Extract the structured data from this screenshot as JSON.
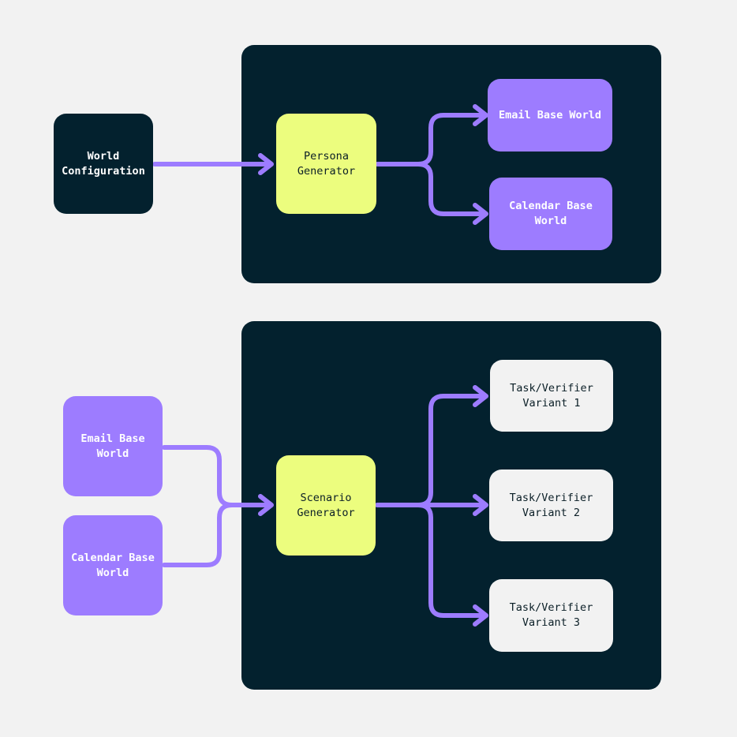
{
  "colors": {
    "background": "#f2f2f2",
    "panel": "#03212e",
    "generator": "#ecfd7e",
    "world": "#9d7cff",
    "variant": "#f2f2f2",
    "arrow": "#9d7cff"
  },
  "top": {
    "world_configuration": "World\nConfiguration",
    "persona_generator": "Persona\nGenerator",
    "email_base_world": "Email Base World",
    "calendar_base_world": "Calendar Base\nWorld"
  },
  "bottom": {
    "email_base_world": "Email Base\nWorld",
    "calendar_base_world": "Calendar Base\nWorld",
    "scenario_generator": "Scenario\nGenerator",
    "variant_1": "Task/Verifier\nVariant 1",
    "variant_2": "Task/Verifier\nVariant 2",
    "variant_3": "Task/Verifier\nVariant 3"
  }
}
